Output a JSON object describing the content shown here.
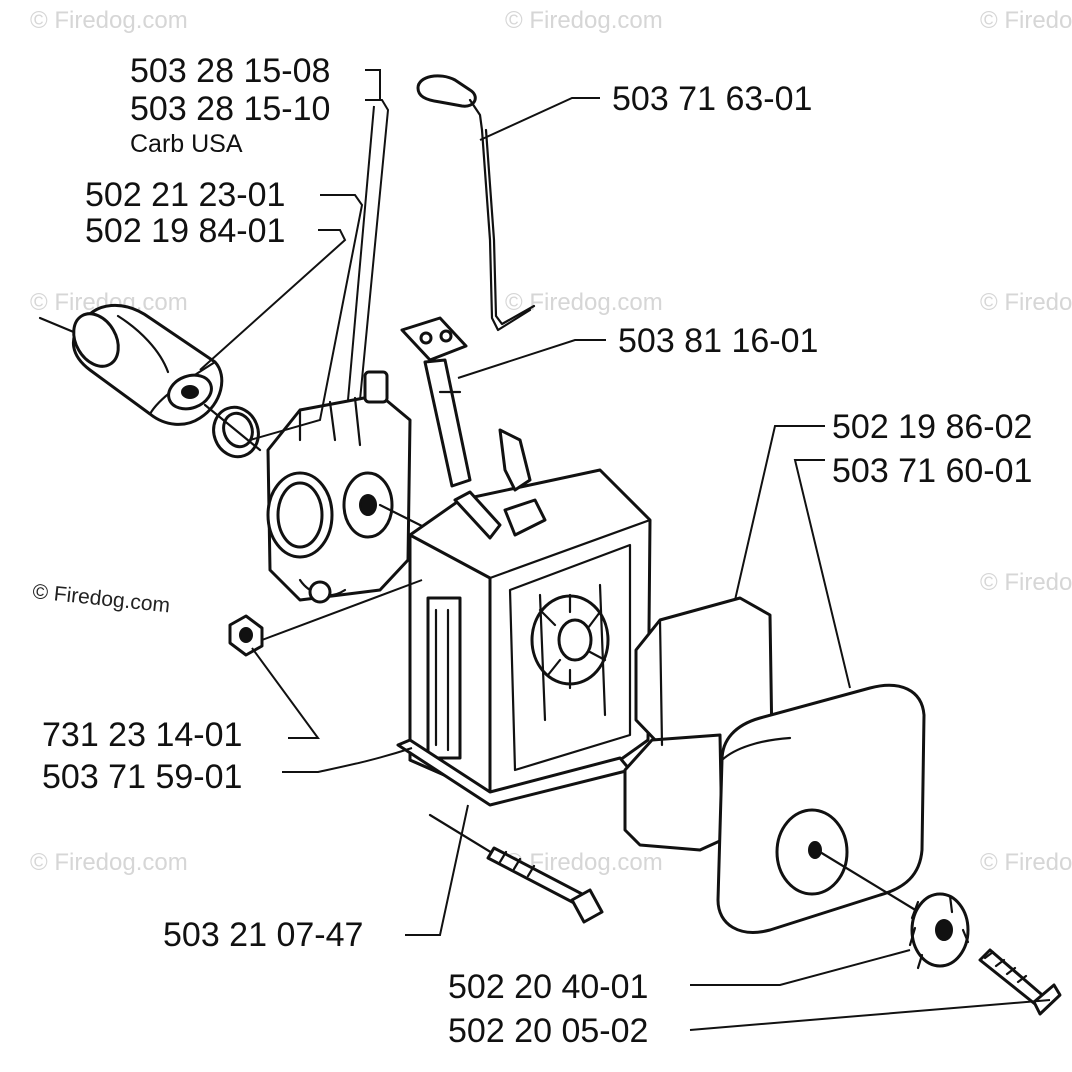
{
  "watermark": {
    "text": "© Firedog.com"
  },
  "labels": {
    "carb_a": "503 28 15-08",
    "carb_b": "503 28 15-10",
    "carb_note": "Carb USA",
    "gasket_a": "502 21 23-01",
    "gasket_b": "502 19 84-01",
    "rod_top": "503 71 63-01",
    "rod_mid": "503 81 16-01",
    "filter_a": "502 19 86-02",
    "filter_b": "503 71 60-01",
    "nut": "731 23 14-01",
    "housing": "503 71 59-01",
    "screw": "503 21 07-47",
    "knob_a": "502 20 40-01",
    "knob_b": "502 20 05-02"
  }
}
